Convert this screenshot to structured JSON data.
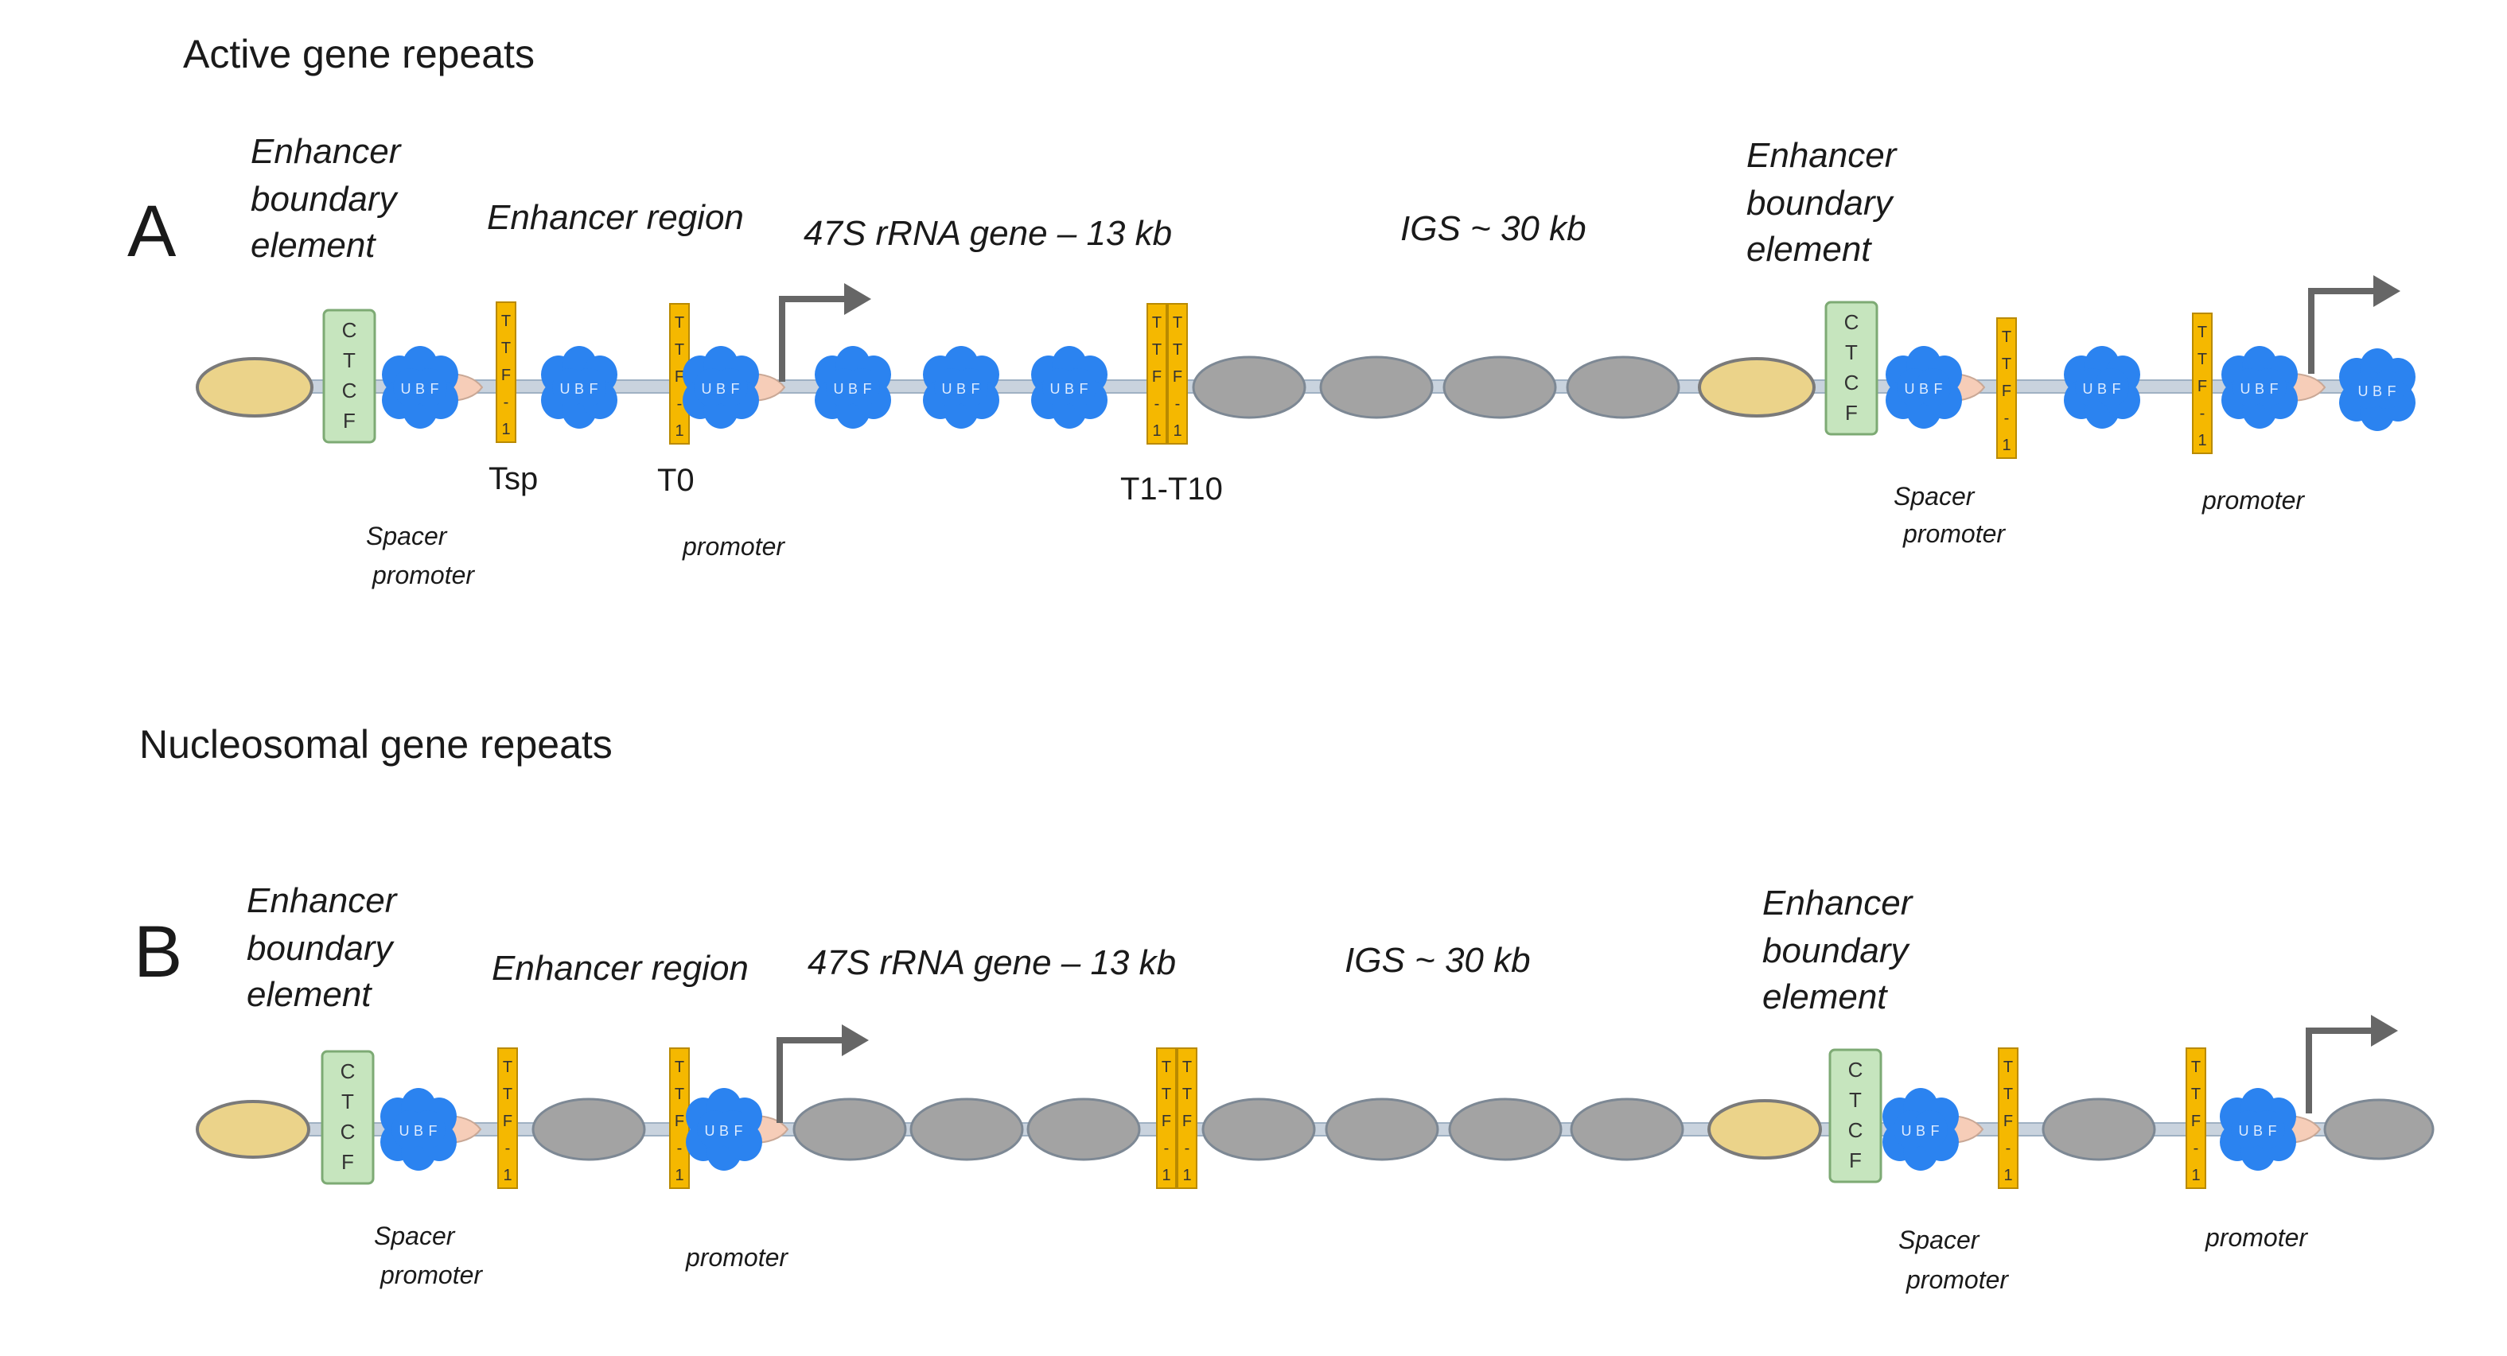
{
  "colors": {
    "enhancer_boundary": "#EBD38A",
    "ctcf_fill": "#C6E5BE",
    "ctcf_stroke": "#7DAA74",
    "ubf": "#2B83F0",
    "ttf": "#F5B800",
    "promoter_cone": "#F6CDB8",
    "nucleosome": "#A3A3A3",
    "dna": "#C9D3DE",
    "arrow": "#666666"
  },
  "icons": {
    "transcription_start": "bent-arrow-icon",
    "enhancer_boundary": "ellipse",
    "nucleosome": "ellipse",
    "ubf": "lobed-cluster"
  },
  "glyphs": {
    "ctcf": [
      "C",
      "T",
      "C",
      "F"
    ],
    "ttf": [
      "T",
      "T",
      "F",
      "-",
      "1"
    ],
    "ubf": [
      "U",
      "B",
      "F"
    ]
  },
  "panels": [
    {
      "title": "Active gene repeats",
      "letter": "A",
      "state": "active",
      "labels": {
        "enhancer_boundary_left": [
          "Enhancer",
          "boundary",
          "element"
        ],
        "enhancer_region": "Enhancer region",
        "gene": "47S rRNA gene – 13 kb",
        "igs": "IGS ~ 30 kb",
        "enhancer_boundary_right": [
          "Enhancer",
          "boundary",
          "element"
        ],
        "tsp": "Tsp",
        "t0": "T0",
        "t1_t10": "T1-T10",
        "spacer_promoter_left": [
          "Spacer",
          "promoter"
        ],
        "promoter_left": "promoter",
        "spacer_promoter_right": [
          "Spacer",
          "promoter"
        ],
        "promoter_right": "promoter"
      }
    },
    {
      "title": "Nucleosomal gene repeats",
      "letter": "B",
      "state": "nucleosomal",
      "labels": {
        "enhancer_boundary_left": [
          "Enhancer",
          "boundary",
          "element"
        ],
        "enhancer_region": "Enhancer region",
        "gene": "47S rRNA gene – 13 kb",
        "igs": "IGS ~ 30 kb",
        "enhancer_boundary_right": [
          "Enhancer",
          "boundary",
          "element"
        ],
        "spacer_promoter_left": [
          "Spacer",
          "promoter"
        ],
        "promoter_left": "promoter",
        "spacer_promoter_right": [
          "Spacer",
          "promoter"
        ],
        "promoter_right": "promoter"
      }
    }
  ]
}
